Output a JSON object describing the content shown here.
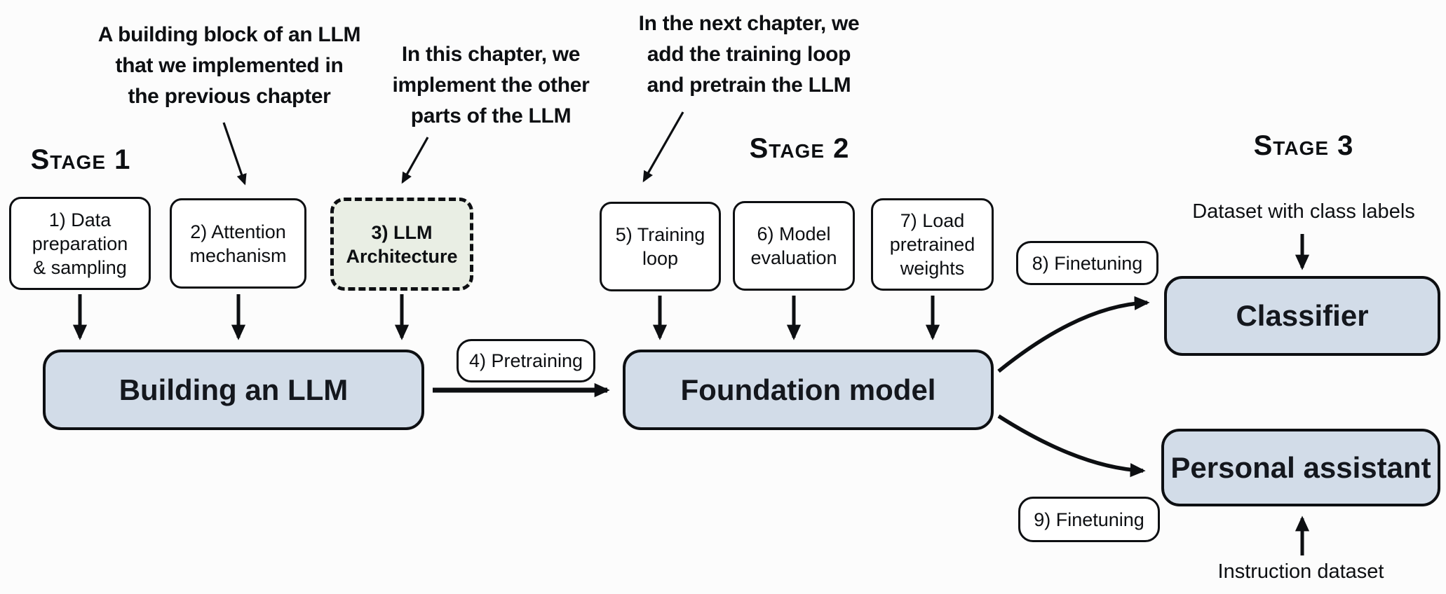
{
  "stages": {
    "s1": "Stage 1",
    "s2": "Stage 2",
    "s3": "Stage 3"
  },
  "annotations": {
    "building_block": "A building block of an LLM\nthat we implemented in\nthe previous chapter",
    "this_chapter": "In this chapter, we\nimplement the other\nparts of the LLM",
    "next_chapter": "In the next chapter, we\nadd the training loop\nand pretrain the LLM"
  },
  "steps": {
    "s1_data": "1) Data\npreparation\n& sampling",
    "s2_attention": "2) Attention\nmechanism",
    "s3_architecture": "3) LLM\nArchitecture",
    "s4_pretraining": "4) Pretraining",
    "s5_training_loop": "5) Training\nloop",
    "s6_model_eval": "6) Model\nevaluation",
    "s7_load_weights": "7) Load\npretrained\nweights",
    "s8_finetuning": "8) Finetuning",
    "s9_finetuning": "9) Finetuning"
  },
  "nodes": {
    "building_llm": "Building an LLM",
    "foundation_model": "Foundation model",
    "classifier": "Classifier",
    "personal_assistant": "Personal assistant"
  },
  "labels": {
    "dataset_with_class_labels": "Dataset with class labels",
    "instruction_dataset": "Instruction dataset"
  },
  "colors": {
    "node_fill_blue": "#d2dce8",
    "node_fill_green": "#e9eee4",
    "node_fill_white": "#ffffff",
    "ink": "#0d0f12",
    "background": "#fcfcfc"
  }
}
